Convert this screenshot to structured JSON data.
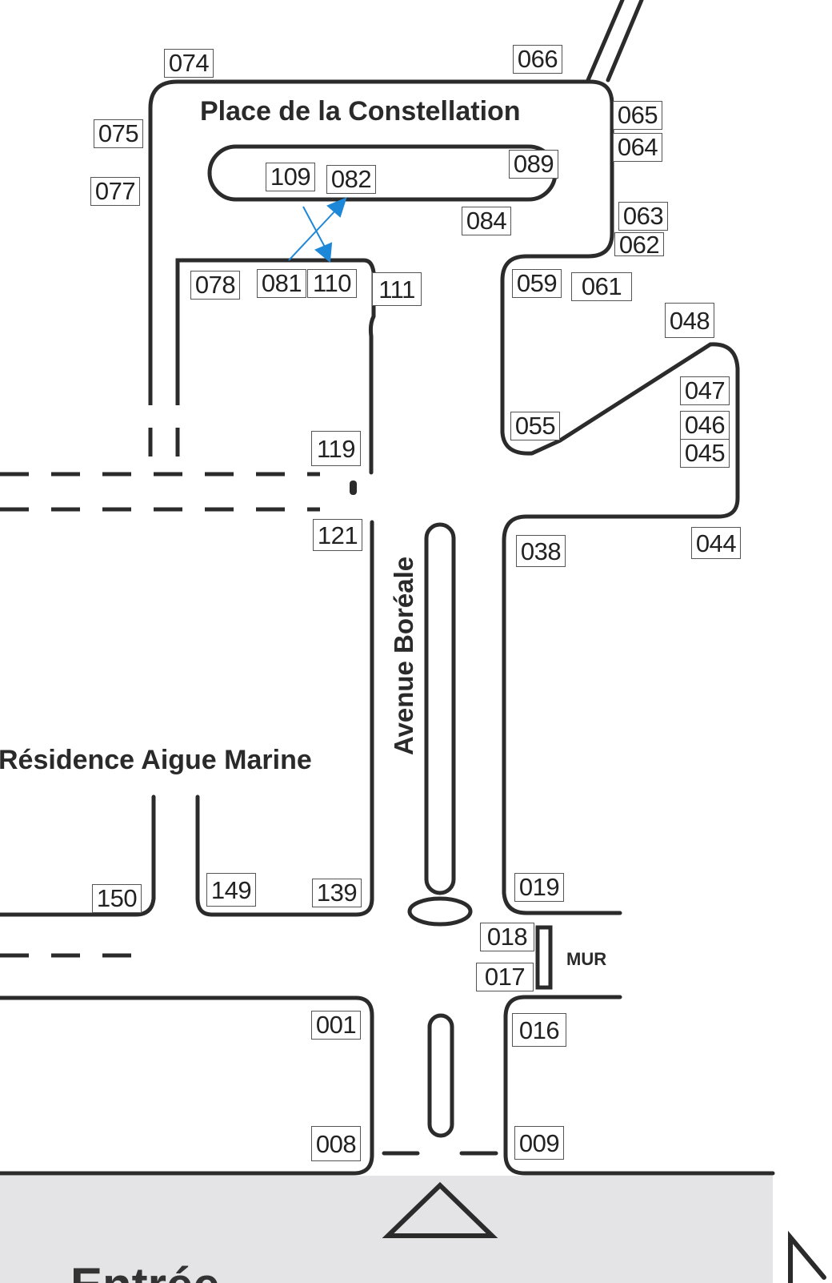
{
  "labels": {
    "place": "Place de la Constellation",
    "avenue": "Avenue Boréale",
    "residence": "Résidence Aigue Marine",
    "wall": "MUR",
    "entrance": "Entrée"
  },
  "lots": [
    "074",
    "066",
    "075",
    "077",
    "065",
    "064",
    "089",
    "109",
    "082",
    "084",
    "063",
    "062",
    "078",
    "081",
    "110",
    "111",
    "059",
    "061",
    "048",
    "047",
    "046",
    "045",
    "055",
    "119",
    "121",
    "038",
    "044",
    "150",
    "149",
    "139",
    "019",
    "018",
    "017",
    "001",
    "016",
    "008",
    "009"
  ],
  "colors": {
    "road": "#2b2b2b",
    "entrance_area": "#e4e4e6",
    "arrow": "#1e88d8"
  }
}
